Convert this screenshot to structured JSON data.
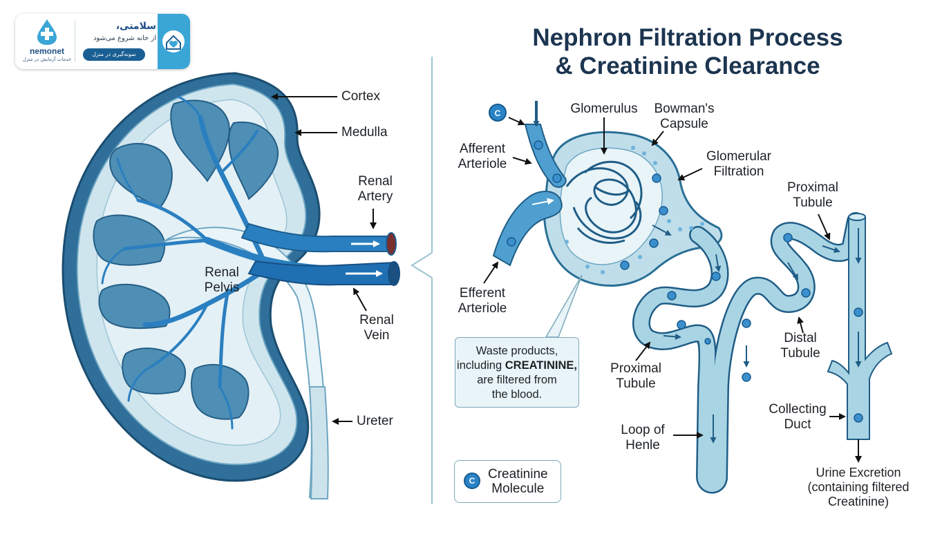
{
  "title": {
    "line1": "Nephron Filtration Process",
    "line2": "& Creatinine Clearance"
  },
  "logo": {
    "brand": "nemonet",
    "brand_sub": "خدمات آزمایش در منزل",
    "headline": "سلامتی،",
    "line": "از خانه شروع می‌شود",
    "pill": "نمونه‌گیری در منزل"
  },
  "kidney_labels": {
    "cortex": "Cortex",
    "medulla": "Medulla",
    "renal_artery": [
      "Renal",
      "Artery"
    ],
    "renal_vein": [
      "Renal",
      "Vein"
    ],
    "renal_pelvis": [
      "Renal",
      "Pelvis"
    ],
    "ureter": "Ureter"
  },
  "nephron_labels": {
    "afferent": [
      "Afferent",
      "Arteriole"
    ],
    "efferent": [
      "Efferent",
      "Arteriole"
    ],
    "glomerulus": "Glomerulus",
    "bowmans": [
      "Bowman's",
      "Capsule"
    ],
    "glomerular_filtration": [
      "Glomerular",
      "Filtration"
    ],
    "proximal_tubule_low": [
      "Proximal",
      "Tubule"
    ],
    "proximal_tubule_high": [
      "Proximal",
      "Tubule"
    ],
    "loop_of_henle": [
      "Loop of",
      "Henle"
    ],
    "distal_tubule": [
      "Distal",
      "Tubule"
    ],
    "collecting_duct": [
      "Collecting",
      "Duct"
    ],
    "urine_excretion": [
      "Urine Excretion",
      "(containing filtered",
      "Creatinine)"
    ]
  },
  "callout": {
    "line1": "Waste products,",
    "line2_pre": "including ",
    "line2_bold": "CREATININE,",
    "line3": "are filtered from",
    "line4": "the blood."
  },
  "legend": {
    "symbol": "C",
    "label": [
      "Creatinine",
      "Molecule"
    ]
  },
  "colors": {
    "title": "#1c3550",
    "vessel": "#2a7fc0",
    "tissue": "#cfe5ee",
    "outline": "#1f5d86",
    "tubule": "#a9d4e4"
  }
}
